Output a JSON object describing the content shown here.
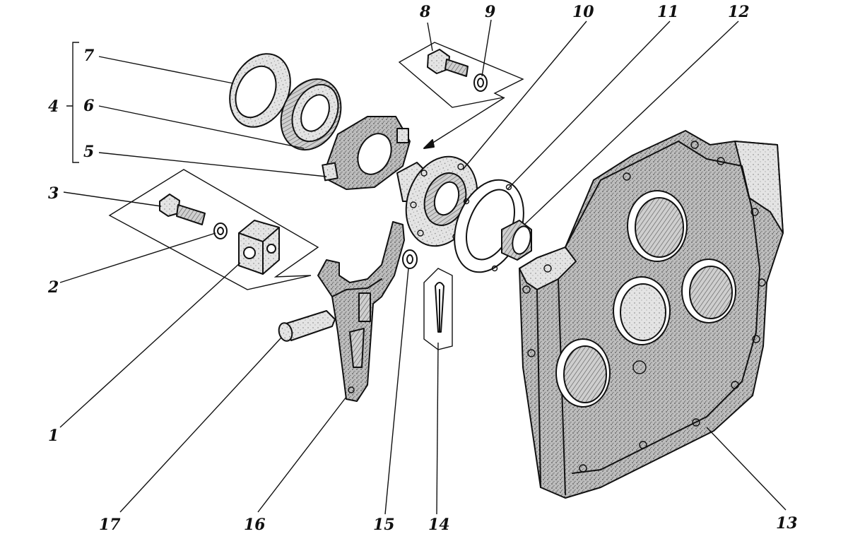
{
  "callouts": {
    "c1": "1",
    "c2": "2",
    "c3": "3",
    "c4": "4",
    "c5": "5",
    "c6": "6",
    "c7": "7",
    "c8": "8",
    "c9": "9",
    "c10": "10",
    "c11": "11",
    "c12": "12",
    "c13": "13",
    "c14": "14",
    "c15": "15",
    "c16": "16",
    "c17": "17"
  },
  "colors": {
    "ink": "#111111",
    "paper": "#ffffff",
    "shade": "#8f8f8f",
    "light": "#d8d8d8"
  }
}
